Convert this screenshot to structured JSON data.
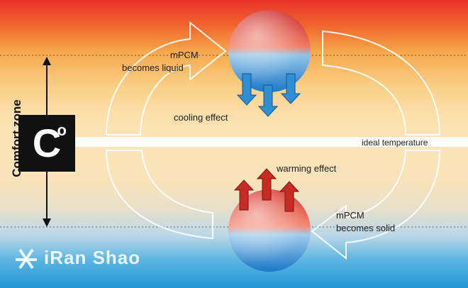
{
  "labels": {
    "mpcm_liquid_1": "mPCM",
    "mpcm_liquid_2": "becomes liquid",
    "cooling": "cooling effect",
    "ideal": "ideal temperature",
    "warming": "warming effect",
    "mpcm_solid_1": "mPCM",
    "mpcm_solid_2": "becomes solid",
    "comfort_zone": "Comfort zone",
    "c_symbol": "C",
    "degree": "o",
    "watermark": "iRan Shao"
  },
  "colors": {
    "hot": "#e8322a",
    "cold": "#1f95d3",
    "arrow_blue": "#2f8fd2",
    "arrow_red": "#c72c24"
  }
}
